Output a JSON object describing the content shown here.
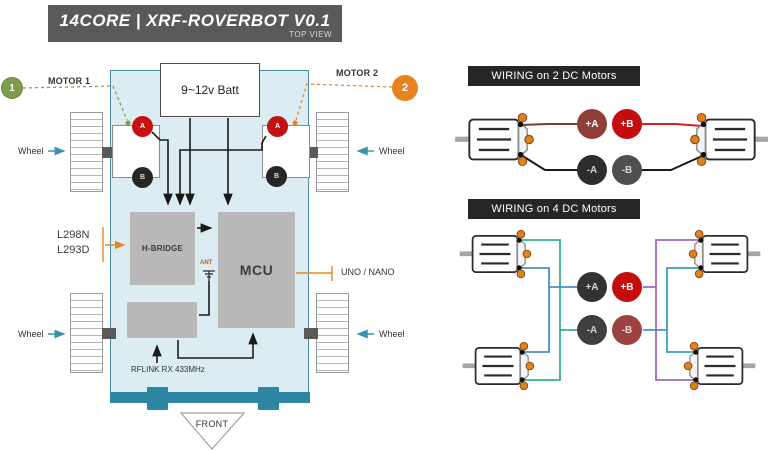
{
  "title": {
    "main": "14CORE | XRF-ROVERBOT V0.1",
    "sub": "TOP VIEW"
  },
  "rover": {
    "motor1_badge": "1",
    "motor1_label": "MOTOR 1",
    "motor2_badge": "2",
    "motor2_label": "MOTOR 2",
    "battery_label": "9~12v Batt",
    "terminal_a": "A",
    "terminal_b": "B",
    "wheel_label": "Wheel",
    "driver_line1": "L298N",
    "driver_line2": "L293D",
    "hbridge_label": "H-BRIDGE",
    "mcu_label": "MCU",
    "mcu_note": "UNO / NANO",
    "ant_label": "ANT",
    "rf_label": "RFLINK RX 433MHz",
    "front_label": "FRONT"
  },
  "wiring2": {
    "header": "WIRING on 2 DC Motors",
    "plus_a": "+A",
    "plus_b": "+B",
    "minus_a": "-A",
    "minus_b": "-B"
  },
  "wiring4": {
    "header": "WIRING on 4 DC Motors",
    "plus_a": "+A",
    "plus_b": "+B",
    "minus_a": "-A",
    "minus_b": "-B"
  },
  "colors": {
    "title_bar": "#58595b",
    "chassis_fill": "#dcecf3",
    "chassis_border": "#4a8ba3",
    "bumper_teal": "#2e86a5",
    "block_gray": "#b8b8b8",
    "badge_green": "#7d9b49",
    "badge_orange": "#e8821e",
    "terminal_red": "#c41212",
    "terminal_black": "#262626",
    "accent_orange": "#e08a1e",
    "wiring_header_bg": "#262626",
    "w2_plus_a": "#8f3e38",
    "w2_plus_b": "#c40d0d",
    "w2_minus_a": "#2d2d2d",
    "w2_minus_b": "#4f4f4f",
    "w4_plus_a": "#333333",
    "w4_plus_b": "#c40d0d",
    "w4_minus_a": "#3f3f3f",
    "w4_minus_b": "#9c4240",
    "wire_black": "#1a1a1a",
    "wire_maroon": "#7a3a33",
    "wire_red": "#d42020",
    "wire_green": "#33b386",
    "wire_blue": "#4a8fc7",
    "wire_purple": "#9b6bc4",
    "wire_teal": "#3aa0b4"
  }
}
